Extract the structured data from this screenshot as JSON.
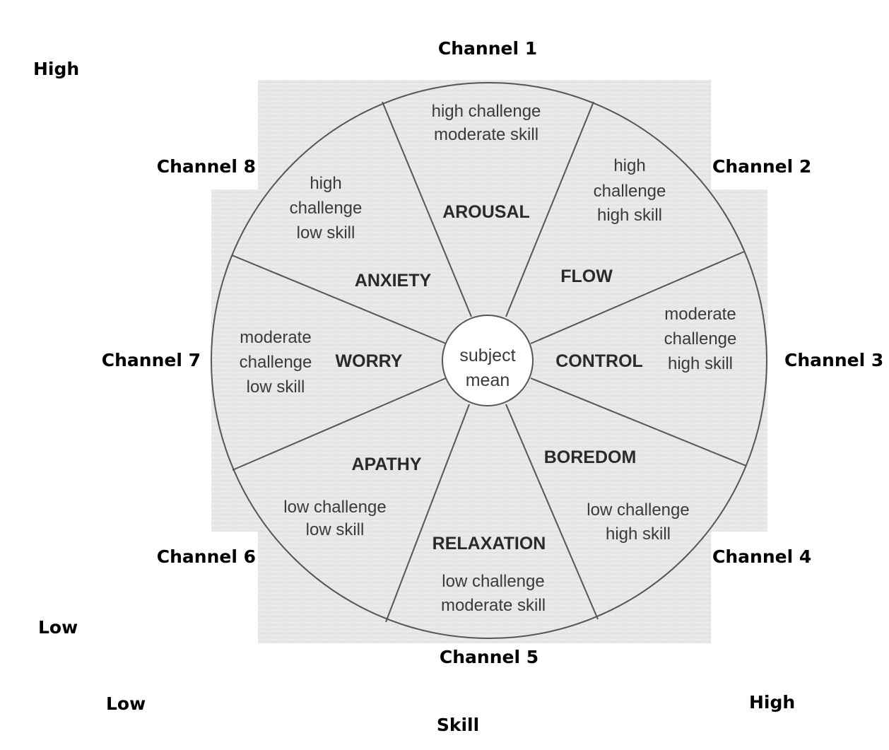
{
  "axis": {
    "y_high": "High",
    "y_low": "Low",
    "x_low": "Low",
    "x_high": "High",
    "x_title": "Skill"
  },
  "center": {
    "line1": "subject",
    "line2": "mean"
  },
  "channels": [
    "Channel 1",
    "Channel 2",
    "Channel 3",
    "Channel 4",
    "Channel 5",
    "Channel 6",
    "Channel 7",
    "Channel 8"
  ],
  "states": [
    "AROUSAL",
    "FLOW",
    "CONTROL",
    "BOREDOM",
    "RELAXATION",
    "APATHY",
    "WORRY",
    "ANXIETY"
  ],
  "descriptions": [
    [
      "high challenge",
      "moderate skill"
    ],
    [
      "high",
      "challenge",
      "high skill"
    ],
    [
      "moderate",
      "challenge",
      "high skill"
    ],
    [
      "low challenge",
      "high skill"
    ],
    [
      "low challenge",
      "moderate skill"
    ],
    [
      "low challenge",
      "low skill"
    ],
    [
      "moderate",
      "challenge",
      "low skill"
    ],
    [
      "high",
      "challenge",
      "low skill"
    ]
  ],
  "colors": {
    "background": "#ffffff",
    "paper": "#e9e9e9",
    "line": "#555555",
    "text": "#000000"
  }
}
